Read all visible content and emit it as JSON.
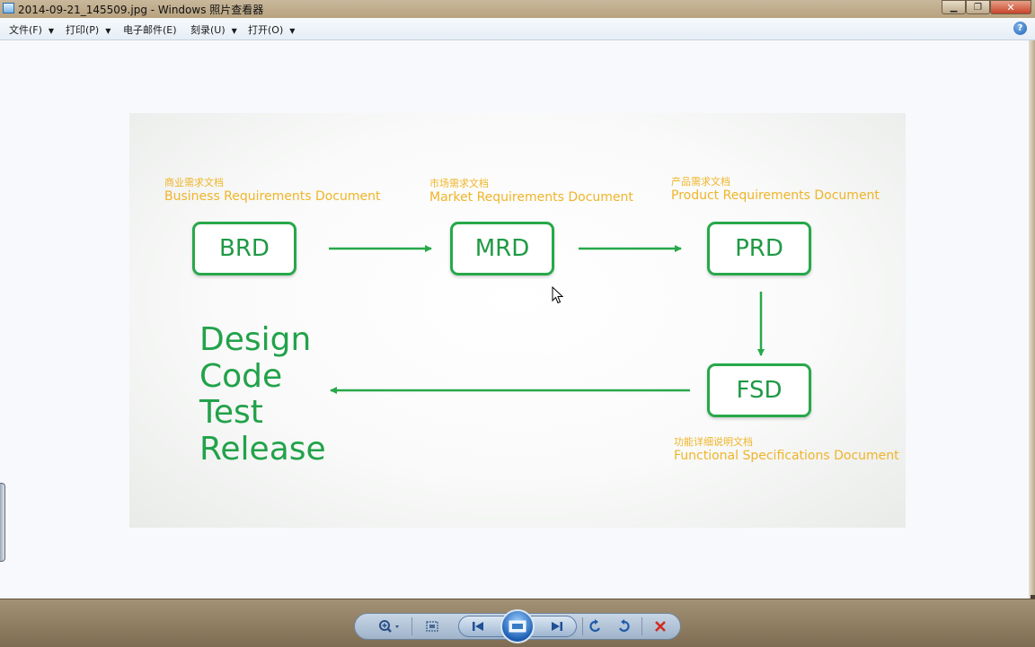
{
  "window": {
    "title": "2014-09-21_145509.jpg - Windows 照片查看器",
    "icon": "photo-viewer-icon"
  },
  "menu": {
    "items": [
      "文件(F)",
      "打印(P)",
      "电子邮件(E)",
      "刻录(U)",
      "打开(O)"
    ],
    "help_icon": "?"
  },
  "slide": {
    "boxes": {
      "brd": "BRD",
      "mrd": "MRD",
      "prd": "PRD",
      "fsd": "FSD"
    },
    "captions": {
      "brd_cn": "商业需求文档",
      "brd_en": "Business Requirements Document",
      "mrd_cn": "市场需求文档",
      "mrd_en": "Market Requirements Document",
      "prd_cn": "产品需求文档",
      "prd_en": "Product Requirements Document",
      "fsd_cn": "功能详细说明文档",
      "fsd_en": "Functional Specifications Document"
    },
    "steps": [
      "Design",
      "Code",
      "Test",
      "Release"
    ],
    "colors": {
      "box_green": "#27a84a",
      "caption_orange": "#f0b429"
    }
  },
  "controls": {
    "icons": [
      "zoom-icon",
      "actual-size-icon",
      "previous-icon",
      "slideshow-icon",
      "next-icon",
      "rotate-left-icon",
      "rotate-right-icon",
      "delete-icon"
    ]
  }
}
